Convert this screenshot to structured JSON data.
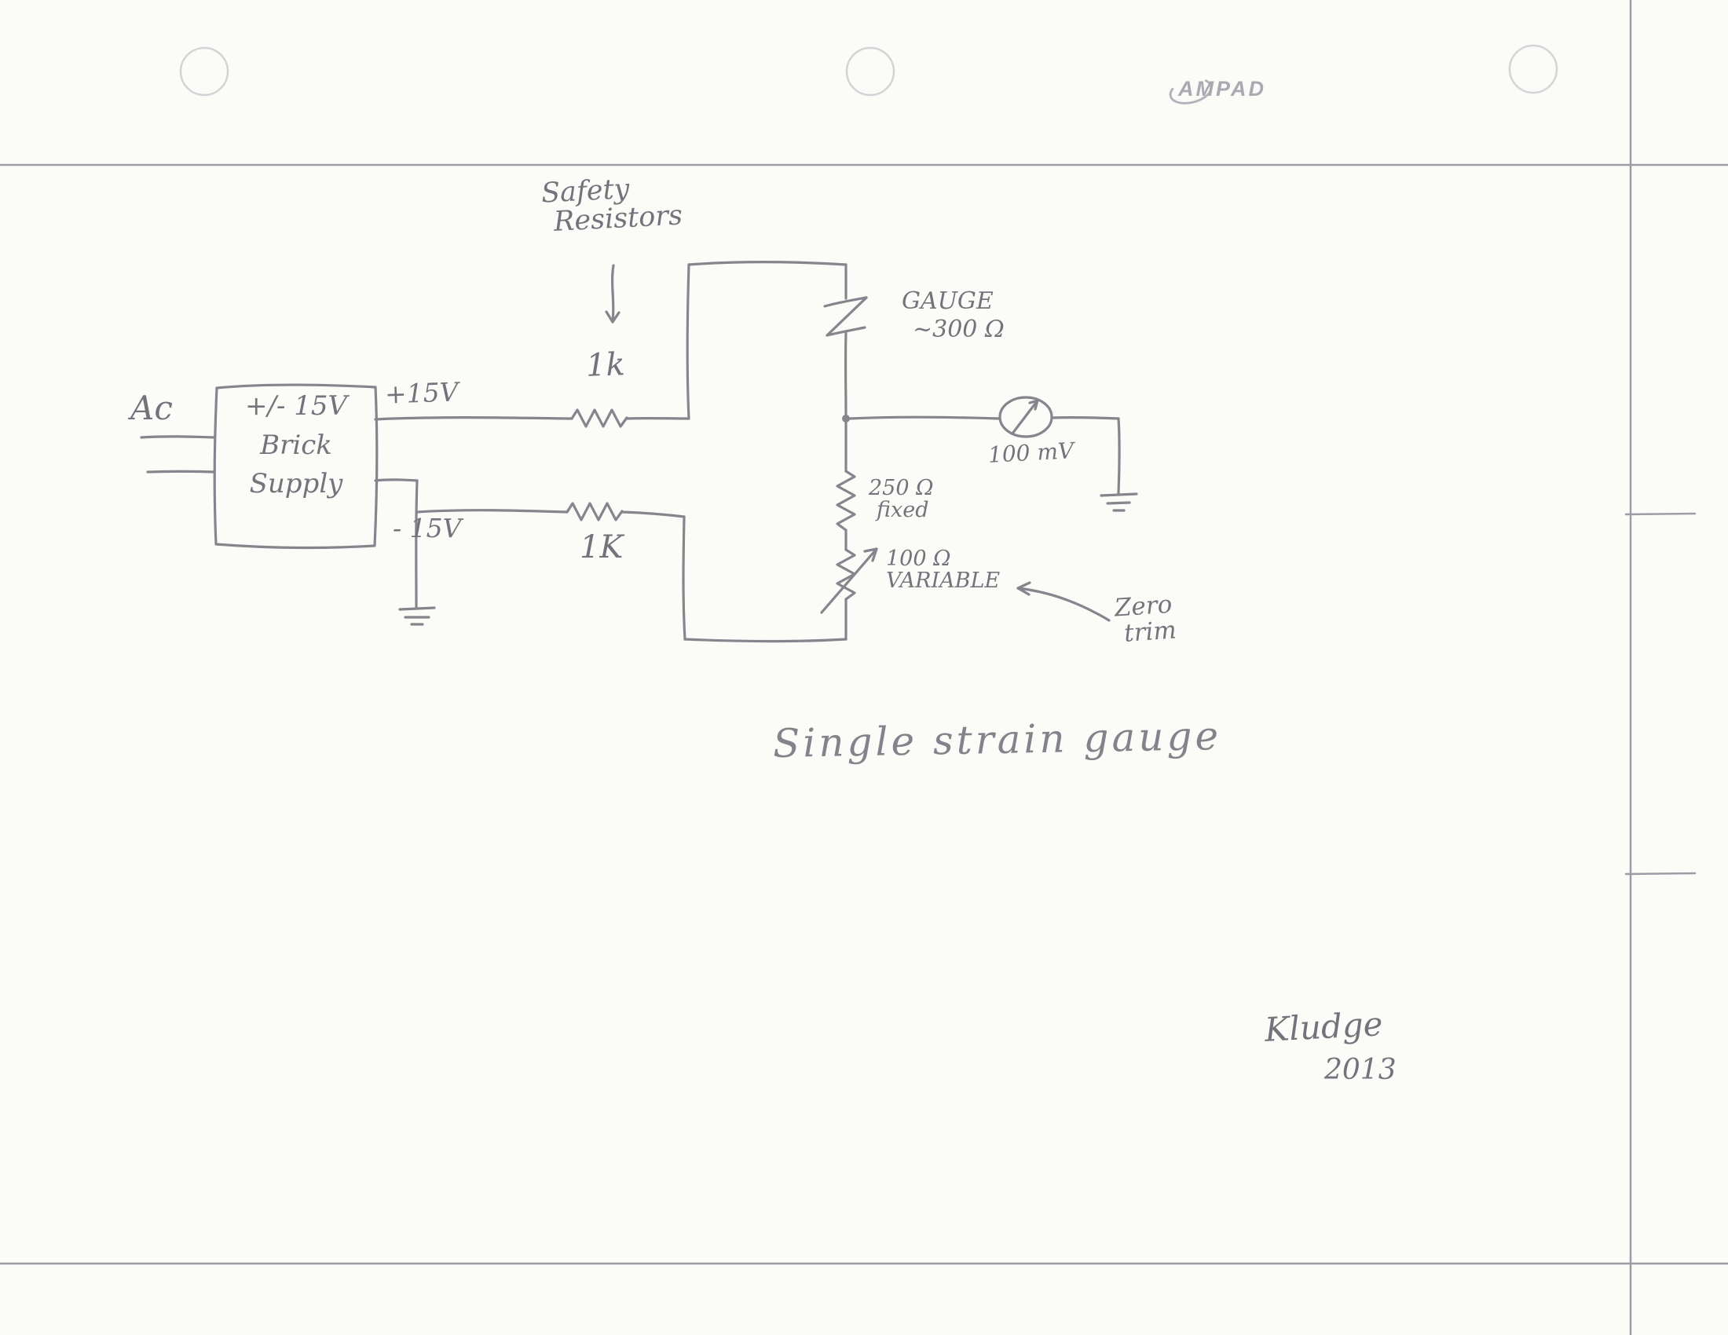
{
  "brand": {
    "logo": "AMPAD"
  },
  "labels": {
    "safety1": "Safety",
    "safety2": "Resistors",
    "ac": "Ac",
    "supply1": "+/- 15V",
    "supply2": "Brick",
    "supply3": "Supply",
    "plus15": "+15V",
    "minus15": "- 15V",
    "r_top": "1k",
    "r_bottom": "1K",
    "gauge1": "GAUGE",
    "gauge2": "~300 Ω",
    "meter": "100 mV",
    "fixed1": "250 Ω",
    "fixed2": "fixed",
    "var1": "100 Ω",
    "var2": "VARIABLE",
    "zero1": "Zero",
    "zero2": "trim",
    "title": "Single strain gauge",
    "sig": "Kludge",
    "year": "2013"
  }
}
